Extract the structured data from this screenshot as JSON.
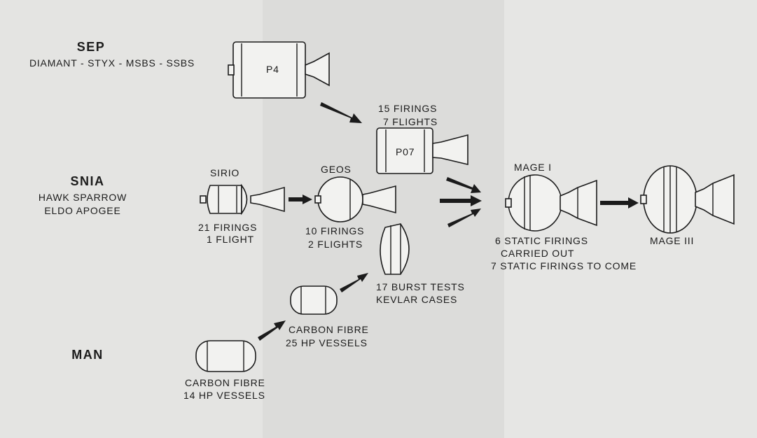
{
  "groups": {
    "sep": {
      "name": "SEP",
      "lines": [
        "DIAMANT - STYX - MSBS - SSBS"
      ]
    },
    "snia": {
      "name": "SNIA",
      "lines": [
        "HAWK SPARROW",
        "ELDO APOGEE"
      ]
    },
    "man": {
      "name": "MAN",
      "lines": []
    }
  },
  "engines": {
    "p4": {
      "label": "P4"
    },
    "p07": {
      "label": "P07",
      "notes": [
        "15 FIRINGS",
        "7 FLIGHTS"
      ]
    },
    "sirio": {
      "label": "SIRIO",
      "notes": [
        "21 FIRINGS",
        "1 FLIGHT"
      ]
    },
    "geos": {
      "label": "GEOS",
      "notes": [
        "10 FIRINGS",
        "2 FLIGHTS"
      ]
    },
    "mage1": {
      "label": "MAGE I",
      "notes": [
        "6 STATIC FIRINGS",
        "CARRIED OUT",
        "7 STATIC FIRINGS TO COME"
      ]
    },
    "mage3": {
      "label": "MAGE III"
    },
    "kevlar": {
      "notes": [
        "17 BURST TESTS",
        "KEVLAR CASES"
      ]
    },
    "cf25": {
      "notes": [
        "CARBON FIBRE",
        "25 HP VESSELS"
      ]
    },
    "cf14": {
      "notes": [
        "CARBON FIBRE",
        "14 HP VESSELS"
      ]
    }
  }
}
